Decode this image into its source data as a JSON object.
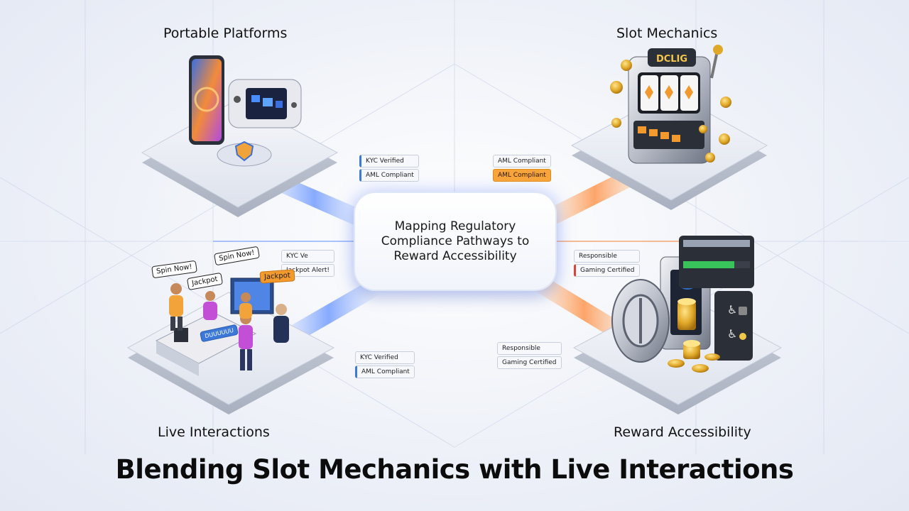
{
  "header": {
    "title": "Blending Slot Mechanics with Live Interactions"
  },
  "center": {
    "line1": "Mapping Regulatory",
    "line2": "Compliance Pathways to",
    "line3": "Reward Accessibility"
  },
  "corners": {
    "top_left": "Portable Platforms",
    "top_right": "Slot Mechanics",
    "bottom_left": "Live Interactions",
    "bottom_right": "Reward Accessibility"
  },
  "tags": {
    "tl": [
      "KYC Verified",
      "AML Compliant"
    ],
    "tr": [
      "AML Compliant",
      "AML Compliant"
    ],
    "ml": [
      "KYC Ve",
      "Jackpot Alert!"
    ],
    "mr": [
      "Responsible",
      "Gaming Certified"
    ],
    "bl": [
      "KYC Verified",
      "AML Compliant"
    ],
    "br": [
      "Responsible",
      "Gaming Certified"
    ]
  },
  "bubbles": {
    "spin1": "Spin Now!",
    "spin2": "Spin Now!",
    "jackpot1": "Jackpot",
    "jackpot2": "Jackpot",
    "screen_small": "DUUUUUU"
  },
  "slot": {
    "marquee": "DCLIG"
  },
  "colors": {
    "accent_blue": "#3a7bd5",
    "accent_orange": "#f29a2e",
    "gold": "#e0a828",
    "platform": "#dfe3ec"
  },
  "icons": {
    "accessibility": "wheelchair-icon",
    "lock": "lock-icon"
  }
}
